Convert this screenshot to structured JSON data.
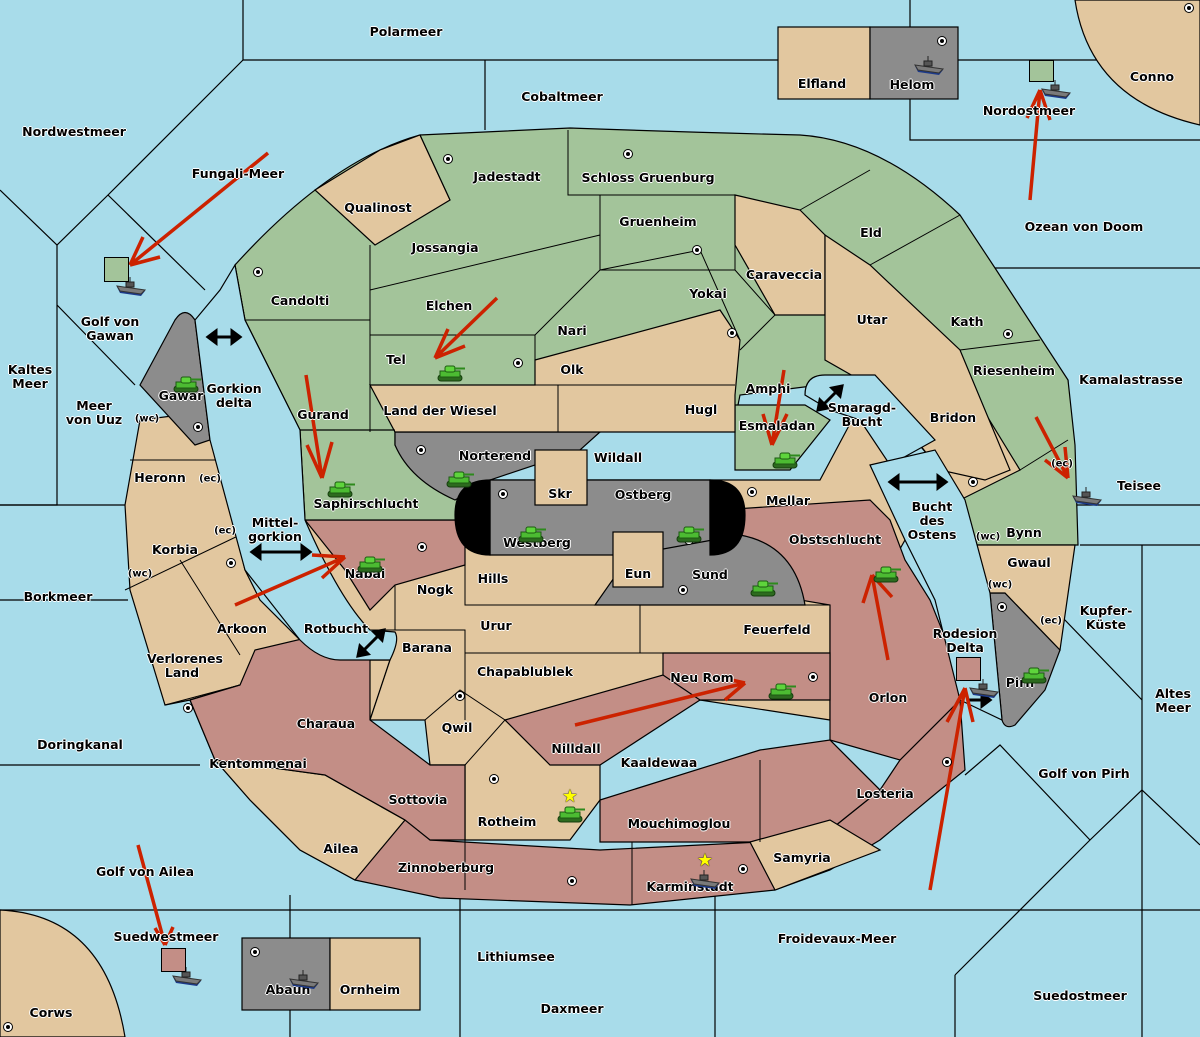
{
  "colors": {
    "sea": "#a8dcea",
    "neutral": "#e2c79f",
    "green_power": "#a3c49a",
    "red_power": "#c38e86",
    "gray_power": "#8c8c8c",
    "impassable": "#000000",
    "order_arrow": "#cc2200",
    "border": "#000000"
  },
  "sea_labels": [
    {
      "name": "Polarmeer"
    },
    {
      "name": "Cobaltmeer"
    },
    {
      "name": "Nordwestmeer"
    },
    {
      "name": "Fungali-Meer"
    },
    {
      "name": "Nordostmeer"
    },
    {
      "name": "Ozean von Doom"
    },
    {
      "name": "Golf von Gawan"
    },
    {
      "name": "Kaltes Meer"
    },
    {
      "name": "Meer von Uuz"
    },
    {
      "name": "Gorkion delta"
    },
    {
      "name": "Mittel-gorkion"
    },
    {
      "name": "Rotbucht"
    },
    {
      "name": "Borkmeer"
    },
    {
      "name": "Doringkanal"
    },
    {
      "name": "Golf von Ailea"
    },
    {
      "name": "Suedwestmeer"
    },
    {
      "name": "Lithiumsee"
    },
    {
      "name": "Daxmeer"
    },
    {
      "name": "Froidevaux-Meer"
    },
    {
      "name": "Suedostmeer"
    },
    {
      "name": "Golf von Pirh"
    },
    {
      "name": "Altes Meer"
    },
    {
      "name": "Kupfer-Küste"
    },
    {
      "name": "Teisee"
    },
    {
      "name": "Kamalastrasse"
    },
    {
      "name": "Smaragd-Bucht"
    },
    {
      "name": "Bucht des Ostens"
    },
    {
      "name": "Rodesion Delta"
    }
  ],
  "land_labels": [
    {
      "name": "Elfland"
    },
    {
      "name": "Helom"
    },
    {
      "name": "Conno"
    },
    {
      "name": "Jadestadt"
    },
    {
      "name": "Schloss Gruenburg"
    },
    {
      "name": "Qualinost"
    },
    {
      "name": "Jossangia"
    },
    {
      "name": "Gruenheim"
    },
    {
      "name": "Eld"
    },
    {
      "name": "Caraveccia"
    },
    {
      "name": "Candolti"
    },
    {
      "name": "Elchen"
    },
    {
      "name": "Yokai"
    },
    {
      "name": "Nari"
    },
    {
      "name": "Utar"
    },
    {
      "name": "Kath"
    },
    {
      "name": "Tel"
    },
    {
      "name": "Olk"
    },
    {
      "name": "Amphi"
    },
    {
      "name": "Riesenheim"
    },
    {
      "name": "Gawar"
    },
    {
      "name": "Gurand"
    },
    {
      "name": "Land der Wiesel"
    },
    {
      "name": "Hugl"
    },
    {
      "name": "Bridon"
    },
    {
      "name": "Esmaladan"
    },
    {
      "name": "Norterend"
    },
    {
      "name": "Wildall"
    },
    {
      "name": "Heronn"
    },
    {
      "name": "Saphirschlucht"
    },
    {
      "name": "Skr"
    },
    {
      "name": "Ostberg"
    },
    {
      "name": "Mellar"
    },
    {
      "name": "Westberg"
    },
    {
      "name": "Bynn"
    },
    {
      "name": "Obstschlucht"
    },
    {
      "name": "Korbia"
    },
    {
      "name": "Nabai"
    },
    {
      "name": "Eun"
    },
    {
      "name": "Sund"
    },
    {
      "name": "Gwaul"
    },
    {
      "name": "Hills"
    },
    {
      "name": "Nogk"
    },
    {
      "name": "Arkoon"
    },
    {
      "name": "Urur"
    },
    {
      "name": "Feuerfeld"
    },
    {
      "name": "Barana"
    },
    {
      "name": "Verlorenes Land"
    },
    {
      "name": "Chapablublek"
    },
    {
      "name": "Neu Rom"
    },
    {
      "name": "Pirh"
    },
    {
      "name": "Orlon"
    },
    {
      "name": "Charaua"
    },
    {
      "name": "Qwil"
    },
    {
      "name": "Nilldall"
    },
    {
      "name": "Kentommenai"
    },
    {
      "name": "Kaaldewaa"
    },
    {
      "name": "Losteria"
    },
    {
      "name": "Sottovia"
    },
    {
      "name": "Rotheim"
    },
    {
      "name": "Mouchimoglou"
    },
    {
      "name": "Ailea"
    },
    {
      "name": "Samyria"
    },
    {
      "name": "Zinnoberburg"
    },
    {
      "name": "Karminstadt"
    },
    {
      "name": "Abaun"
    },
    {
      "name": "Ornheim"
    },
    {
      "name": "Corws"
    }
  ],
  "coast_labels": [
    {
      "text": "(wc)"
    },
    {
      "text": "(ec)"
    },
    {
      "text": "(ec)"
    },
    {
      "text": "(wc)"
    },
    {
      "text": "(ec)"
    },
    {
      "text": "(wc)"
    },
    {
      "text": "(wc)"
    },
    {
      "text": "(ec)"
    }
  ],
  "units": [
    {
      "type": "fleet",
      "location": "Helom",
      "owner": "gray"
    },
    {
      "type": "fleet",
      "location": "Nordostmeer",
      "owner": "green"
    },
    {
      "type": "fleet",
      "location": "Golf von Gawan",
      "owner": "green"
    },
    {
      "type": "army",
      "location": "Gawar",
      "owner": "green"
    },
    {
      "type": "army",
      "location": "Tel",
      "owner": "green"
    },
    {
      "type": "army",
      "location": "Saphirschlucht",
      "owner": "green"
    },
    {
      "type": "army",
      "location": "Norterend",
      "owner": "green"
    },
    {
      "type": "army",
      "location": "Westberg",
      "owner": "green"
    },
    {
      "type": "army",
      "location": "Ostberg",
      "owner": "green"
    },
    {
      "type": "army",
      "location": "Esmaladan",
      "owner": "green"
    },
    {
      "type": "army",
      "location": "Nabai",
      "owner": "green"
    },
    {
      "type": "army",
      "location": "Sund",
      "owner": "green"
    },
    {
      "type": "army",
      "location": "Obstschlucht",
      "owner": "green"
    },
    {
      "type": "fleet",
      "location": "Teisee",
      "owner": "gray"
    },
    {
      "type": "army",
      "location": "Pirh",
      "owner": "green"
    },
    {
      "type": "fleet",
      "location": "Rodesion Delta",
      "owner": "red"
    },
    {
      "type": "army",
      "location": "Neu Rom",
      "owner": "green"
    },
    {
      "type": "army",
      "location": "Rotheim",
      "owner": "green",
      "dislodged": true
    },
    {
      "type": "fleet",
      "location": "Karminstadt",
      "owner": "gray",
      "dislodged": true
    },
    {
      "type": "fleet",
      "location": "Suedwestmeer",
      "owner": "red"
    },
    {
      "type": "fleet",
      "location": "Abaun",
      "owner": "gray"
    }
  ]
}
